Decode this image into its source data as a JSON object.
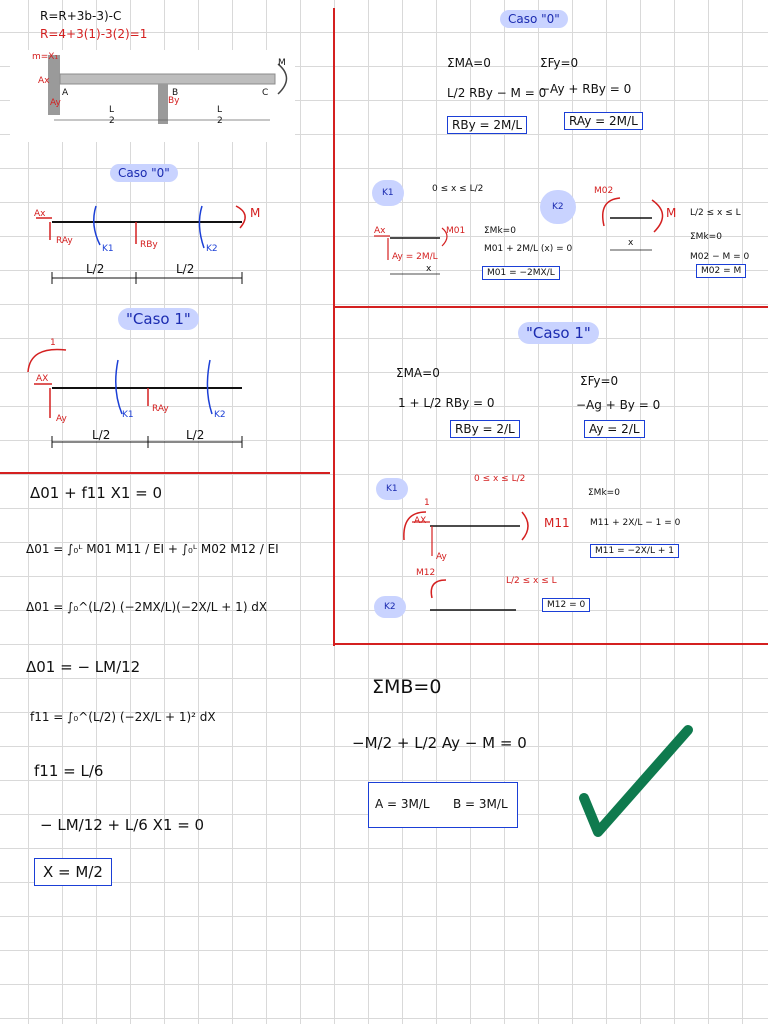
{
  "header": {
    "formula_r1": "R=R+3b-3)-C",
    "formula_r2": "R=4+3(1)-3(2)=1"
  },
  "figure": {
    "label_m": "M",
    "label_a": "A",
    "label_b": "B",
    "label_c": "C",
    "label_l1": "L",
    "label_l2": "L",
    "label_half1": "2",
    "label_half2": "2",
    "ann_m": "m=X₁",
    "ann_ax": "Ax",
    "ann_ay": "Ay",
    "ann_by": "By"
  },
  "left": {
    "caso0_title": "Caso \"0\"",
    "caso0_ax": "Ax",
    "caso0_ray": "RAy",
    "caso0_k1": "K1",
    "caso0_rby": "RBy",
    "caso0_k2": "K2",
    "caso0_m": "M",
    "caso0_dim1": "L/2",
    "caso0_dim2": "L/2",
    "caso1_title": "\"Caso 1\"",
    "caso1_one": "1",
    "caso1_ax": "AX",
    "caso1_ay": "Ay",
    "caso1_k1": "K1",
    "caso1_ray": "RAy",
    "caso1_k2": "K2",
    "caso1_dim1": "L/2",
    "caso1_dim2": "L/2"
  },
  "right_top": {
    "title": "Caso \"0\"",
    "eq_ma": "ΣMA=0",
    "eq_fy": "ΣFy=0",
    "eq1": "L/2 RBy − M = 0",
    "eq2": "−Ay + RBy = 0",
    "res_rby": "RBy = 2M/L",
    "res_ray": "RAy = 2M/L",
    "k1": "K1",
    "k1_range": "0 ≤ x ≤ L/2",
    "k1_eq_mk": "ΣMk=0",
    "k1_eq": "M01 + 2M/L (x) = 0",
    "k1_res": "M01 = −2MX/L",
    "k1_ax": "Ax",
    "k1_ay": "Ay = 2M/L",
    "k1_m01": "M01",
    "k1_x": "x",
    "k2": "K2",
    "k2_range": "L/2 ≤ x ≤ L",
    "k2_m02": "M02",
    "k2_m": "M",
    "k2_x": "x",
    "k2_eq_mk": "ΣMk=0",
    "k2_eq": "M02 − M = 0",
    "k2_res": "M02 = M"
  },
  "right_mid": {
    "title": "\"Caso 1\"",
    "eq_ma": "ΣMA=0",
    "eq_fy": "ΣFy=0",
    "eq1": "1 + L/2 RBy = 0",
    "eq2": "−Ag + By = 0",
    "res_rby": "RBy = 2/L",
    "res_ay": "Ay = 2/L",
    "k1": "K1",
    "k1_range": "0 ≤ x ≤ L/2",
    "k1_mk": "ΣMk=0",
    "k1_one": "1",
    "k1_ax": "AX",
    "k1_ay": "Ay",
    "k1_m11": "M11",
    "k1_eq": "M11 + 2X/L − 1 = 0",
    "k1_res": "M11 = −2X/L + 1",
    "k2": "K2",
    "k2_m12": "M12",
    "k2_range": "L/2 ≤ x ≤ L",
    "k2_res": "M12 = 0"
  },
  "bottom_left": {
    "eq1": "Δ01 + f11 X1 = 0",
    "eq2": "Δ01 = ∫₀ᴸ M01 M11 / EI + ∫₀ᴸ M02 M12 / EI",
    "eq3": "Δ01 = ∫₀^(L/2) (−2MX/L)(−2X/L + 1) dX",
    "eq4": "Δ01 = − LM/12",
    "eq5": "f11 = ∫₀^(L/2) (−2X/L + 1)² dX",
    "eq6": "f11 = L/6",
    "eq7": "− LM/12 + L/6 X1 = 0",
    "res": "X = M/2"
  },
  "bottom_right": {
    "eq_mb": "ΣMB=0",
    "eq1": "−M/2 + L/2 Ay − M = 0",
    "res_a": "A = 3M/L",
    "res_b": "B = 3M/L"
  },
  "colors": {
    "red": "#d42020",
    "blue": "#1b3fd6",
    "highlight": "#c9d3ff",
    "check": "#0f7a4e"
  }
}
